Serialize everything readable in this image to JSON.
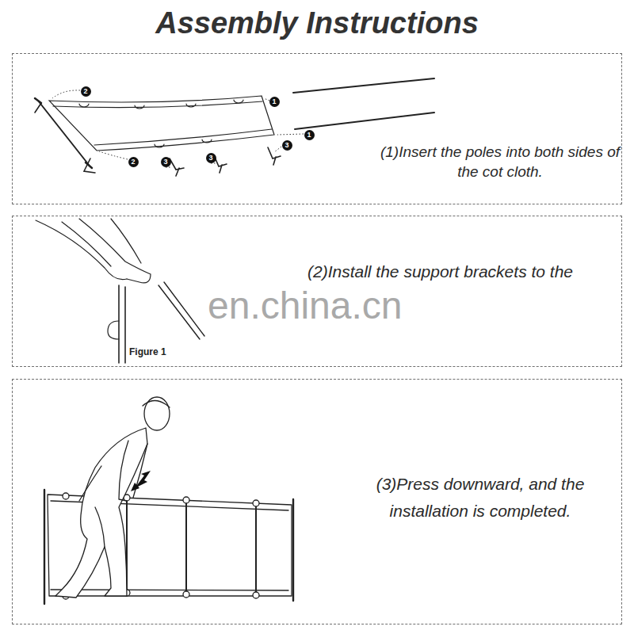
{
  "diagram": {
    "title": "Assembly Instructions",
    "nodes": [
      {
        "text": [
          "(1)Insert the poles into both sides of the cot cloth."
        ]
      },
      {
        "text": [
          "(2)Install the support brackets to the"
        ]
      },
      {
        "text": [
          "(3)Press downward, and the installation is completed."
        ]
      }
    ],
    "labels": [
      "2",
      "1",
      "1",
      "3",
      "2",
      "3",
      "3",
      "Figure 1",
      "en.china.cn"
    ]
  }
}
